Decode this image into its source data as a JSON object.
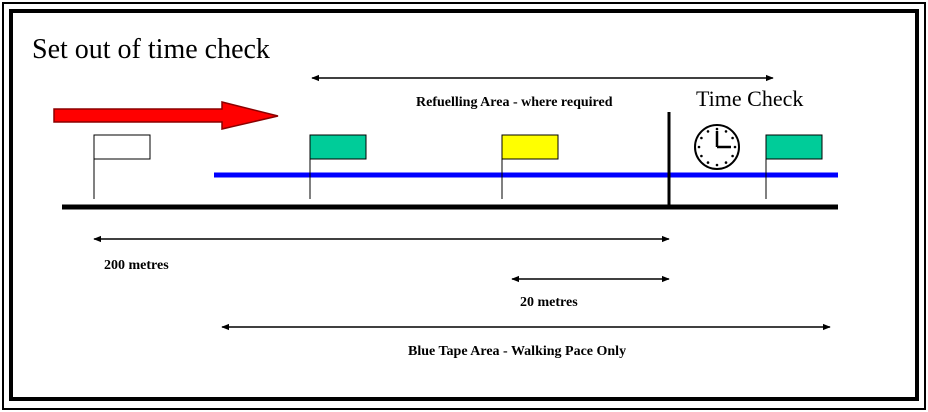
{
  "title": "Set out of time check",
  "labels": {
    "refuelling_area": "Refuelling Area - where required",
    "time_check": "Time Check",
    "dist_200": "200 metres",
    "dist_20": "20 metres",
    "blue_tape_area": "Blue Tape Area - Walking Pace Only"
  },
  "icons": {
    "direction": "red-arrow-icon",
    "clock": "clock-icon"
  },
  "colors": {
    "direction_arrow": "#ff0000",
    "blue_tape": "#0000ff",
    "flag_white": "#ffffff",
    "flag_green": "#00cc99",
    "flag_yellow": "#ffff00",
    "track": "#000000",
    "frame": "#000000"
  }
}
